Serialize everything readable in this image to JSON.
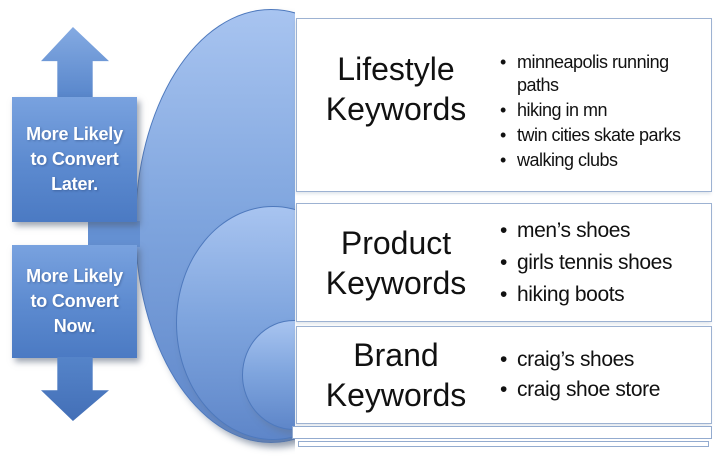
{
  "callouts": {
    "later": {
      "line1": "More Likely",
      "line2": "to Convert",
      "line3": "Later."
    },
    "now": {
      "line1": "More Likely",
      "line2": "to Convert",
      "line3": "Now."
    }
  },
  "rows": [
    {
      "title1": "Lifestyle",
      "title2": "Keywords",
      "bullets": [
        "minneapolis running paths",
        "hiking in mn",
        "twin cities skate parks",
        "walking clubs"
      ]
    },
    {
      "title1": "Product",
      "title2": "Keywords",
      "bullets": [
        "men’s shoes",
        "girls tennis shoes",
        "hiking boots"
      ]
    },
    {
      "title1": "Brand",
      "title2": "Keywords",
      "bullets": [
        "craig’s shoes",
        "craig shoe store"
      ]
    }
  ],
  "colors": {
    "ring_top": "#A8C4F0",
    "ring_bottom": "#5E86C9",
    "ring_border": "#4E79BD",
    "callout_top": "#79A2DF",
    "callout_bottom": "#4B7AC3",
    "box_border": "#9DB2D2",
    "text_dark": "#111111",
    "text_light": "#FFFFFF"
  }
}
